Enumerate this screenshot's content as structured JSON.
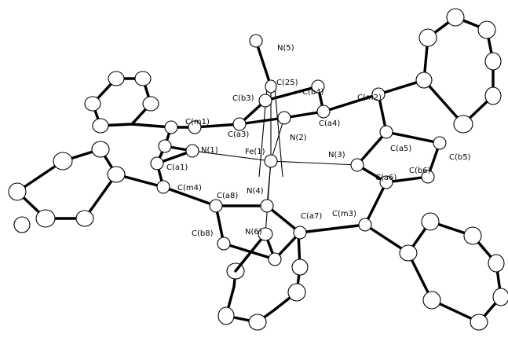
{
  "labels": {
    "n5": "N(5)",
    "c25": "C(25)",
    "cb3": "C(b3)",
    "cb4": "C(b4)",
    "cm2": "C(m2)",
    "cm1": "C(m1)",
    "ca3": "C(a3)",
    "n2": "N(2)",
    "ca4": "C(a4)",
    "ca5": "C(a5)",
    "cb5": "C(b5)",
    "n1": "N(1)",
    "fe1": "Fe(1)",
    "n3": "N(3)",
    "ca1": "C(a1)",
    "cb6": "C(b6)",
    "ca6": "C(a6)",
    "cm4": "C(m4)",
    "ca8": "C(a8)",
    "n4": "N(4)",
    "cm3": "C(m3)",
    "ca7": "C(a7)",
    "cb8": "C(b8)",
    "n6": "N(6)"
  }
}
